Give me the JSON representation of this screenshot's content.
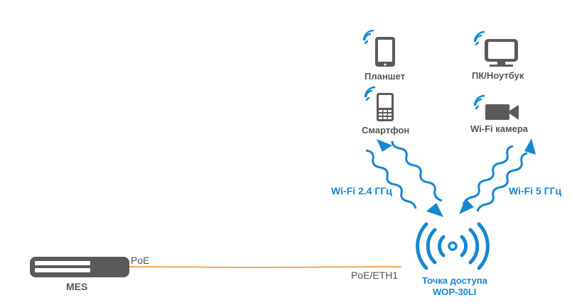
{
  "devices": {
    "tablet": "Планшет",
    "pc": "ПК/Ноутбук",
    "smartphone": "Смартфон",
    "camera": "Wi-Fi камера"
  },
  "links": {
    "wifi24": "Wi-Fi 2.4 ГГц",
    "wifi5": "Wi-Fi 5 ГГц",
    "poe": "PoE",
    "poe_eth": "PoE/ETH1"
  },
  "switch": {
    "label": "MES"
  },
  "access_point": {
    "line1": "Точка доступа",
    "line2": "WOP-30LI"
  },
  "colors": {
    "accent": "#1588d0",
    "icon": "#5a5a5a",
    "cable": "#f08a24"
  }
}
